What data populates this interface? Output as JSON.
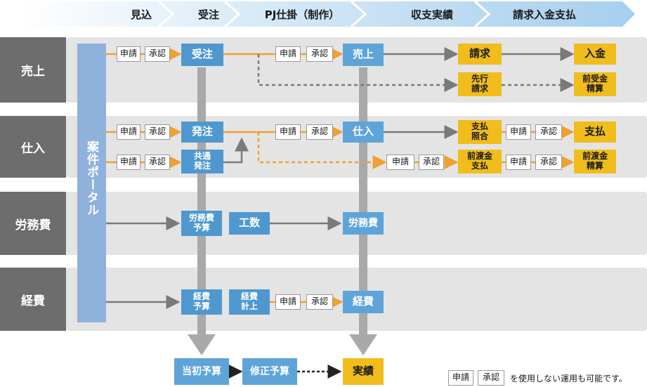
{
  "phases": [
    "見込",
    "受注",
    "PJ仕掛（制作）",
    "収支実績",
    "請求入金支払"
  ],
  "lanes": {
    "sales": "売上",
    "purchase": "仕入",
    "labor": "労務費",
    "expense": "経費"
  },
  "portal": "案件ポータル",
  "tags": {
    "apply": "申請",
    "approve": "承認"
  },
  "nodes": {
    "order_received": "受注",
    "sales_record": "売上",
    "invoice": "請求",
    "payment_received": "入金",
    "advance_invoice": "先行\n請求",
    "advance_receipt_settle": "前受金\n精算",
    "order_placed": "発注",
    "shared_order": "共通\n発注",
    "purchase_record": "仕入",
    "payment_check": "支払\n照合",
    "payment": "支払",
    "advance_payment": "前渡金\n支払",
    "advance_payment_settle": "前渡金\n精算",
    "labor_budget": "労務費\n予算",
    "man_hours": "工数",
    "labor_actual": "労務費",
    "expense_budget": "経費\n予算",
    "expense_record": "経費\n計上",
    "expense_actual": "経費",
    "initial_budget": "当初予算",
    "revised_budget": "修正予算",
    "actual_results": "実績"
  },
  "footnote": "を使用しない運用も可能です。",
  "colors": {
    "blue": "#4f98cf",
    "yellow": "#f0bd1c",
    "orange": "#f0a030",
    "gray_lane": "#e4e4e4",
    "lane_label": "#6d6d6d",
    "portal": "#8fb2dc"
  }
}
